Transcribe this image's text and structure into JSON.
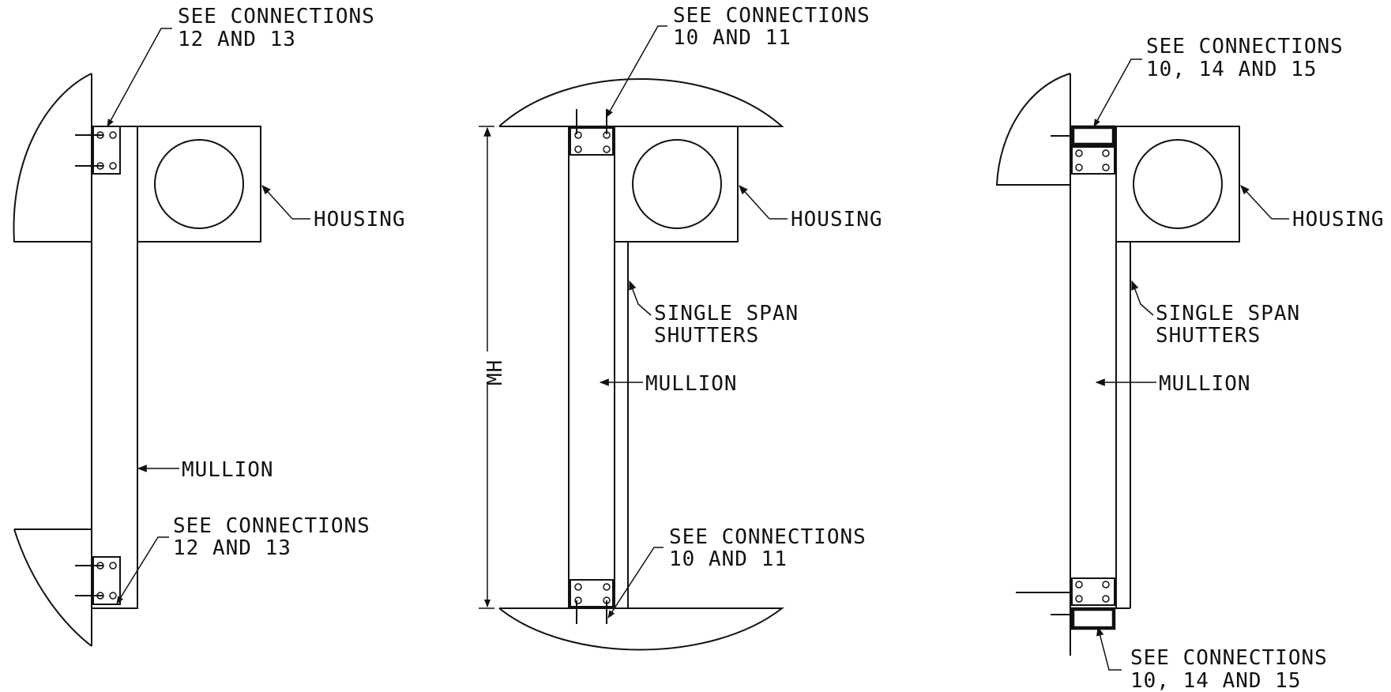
{
  "colors": {
    "line": "#111111",
    "background": "#ffffff"
  },
  "left_detail": {
    "top_note": [
      "SEE CONNECTIONS",
      "12 AND 13"
    ],
    "housing": "HOUSING",
    "mullion": "MULLION",
    "bottom_note": [
      "SEE CONNECTIONS",
      "12 AND 13"
    ]
  },
  "center_detail": {
    "top_note": [
      "SEE CONNECTIONS",
      "10 AND 11"
    ],
    "housing": "HOUSING",
    "shutters": [
      "SINGLE SPAN",
      "SHUTTERS"
    ],
    "mullion": "MULLION",
    "dimension": "MH",
    "bottom_note": [
      "SEE CONNECTIONS",
      "10 AND 11"
    ]
  },
  "right_detail": {
    "top_note": [
      "SEE CONNECTIONS",
      "10, 14 AND 15"
    ],
    "housing": "HOUSING",
    "shutters": [
      "SINGLE SPAN",
      "SHUTTERS"
    ],
    "mullion": "MULLION",
    "bottom_note": [
      "SEE CONNECTIONS",
      "10, 14 AND 15"
    ]
  }
}
